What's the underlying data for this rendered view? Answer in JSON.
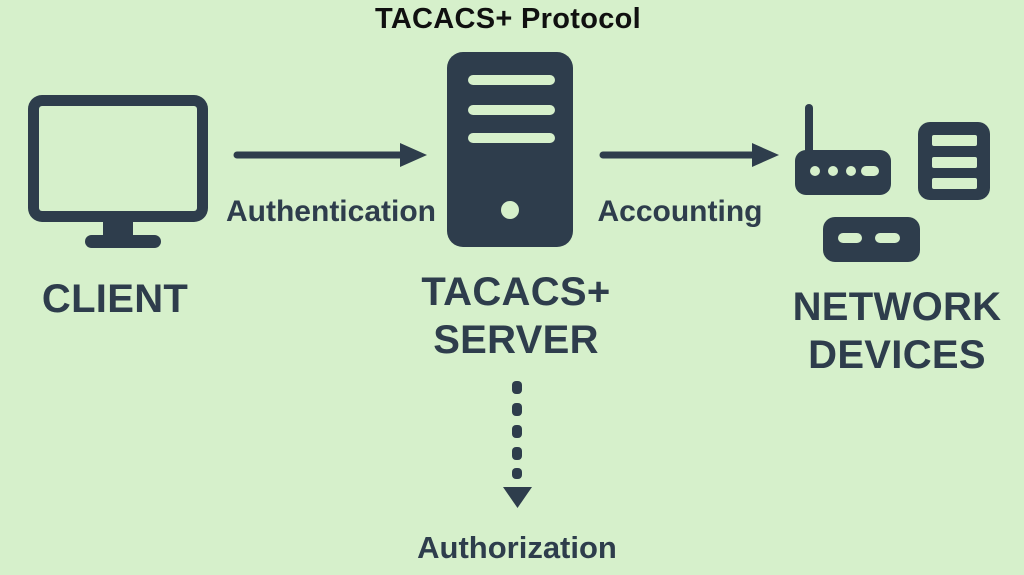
{
  "title": "TACACS+ Protocol",
  "colors": {
    "background": "#d6f0cb",
    "ink": "#2e3d4c",
    "title_ink": "#101010"
  },
  "nodes": {
    "client": {
      "label": "CLIENT",
      "icon": "desktop-monitor-icon"
    },
    "server": {
      "label_line1": "TACACS+",
      "label_line2": "SERVER",
      "icon": "server-tower-icon"
    },
    "network_devices": {
      "label_line1": "NETWORK",
      "label_line2": "DEVICES",
      "icons": [
        "wireless-router-icon",
        "server-stack-icon",
        "network-switch-icon"
      ]
    }
  },
  "flows": {
    "authentication": {
      "label": "Authentication",
      "from": "CLIENT",
      "to": "TACACS+ SERVER",
      "line_style": "solid"
    },
    "accounting": {
      "label": "Accounting",
      "from": "TACACS+ SERVER",
      "to": "NETWORK DEVICES",
      "line_style": "solid"
    },
    "authorization": {
      "label": "Authorization",
      "from": "TACACS+ SERVER",
      "direction": "down",
      "line_style": "dashed"
    }
  }
}
